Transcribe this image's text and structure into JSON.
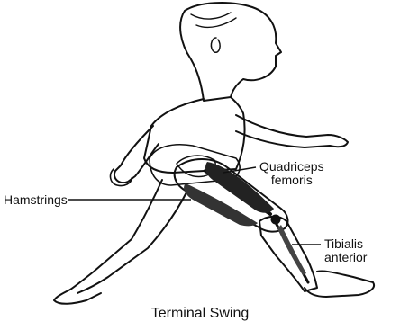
{
  "labels": {
    "quadriceps_line1": "Quadriceps",
    "quadriceps_line2": "femoris",
    "hamstrings": "Hamstrings",
    "tibialis_line1": "Tibialis",
    "tibialis_line2": "anterior"
  },
  "caption": "Terminal Swing"
}
